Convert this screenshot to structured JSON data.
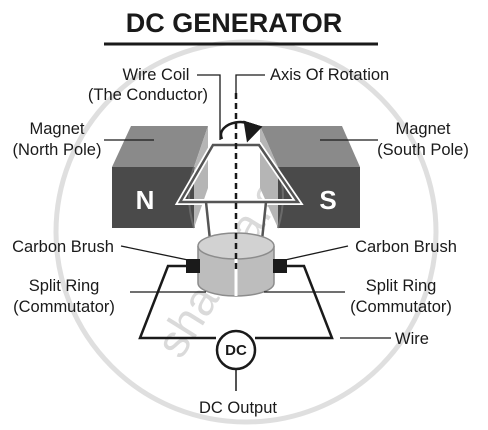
{
  "title": "DC GENERATOR",
  "watermark": "shaalaa.com",
  "magnets": {
    "north_letter": "N",
    "south_letter": "S"
  },
  "labels": {
    "wire_coil_1": "Wire Coil",
    "wire_coil_2": "(The Conductor)",
    "axis": "Axis Of Rotation",
    "magnet_left_1": "Magnet",
    "magnet_left_2": "(North Pole)",
    "magnet_right_1": "Magnet",
    "magnet_right_2": "(South Pole)",
    "brush_left": "Carbon Brush",
    "brush_right": "Carbon Brush",
    "split_left_1": "Split Ring",
    "split_left_2": "(Commutator)",
    "split_right_1": "Split Ring",
    "split_right_2": "(Commutator)",
    "wire": "Wire",
    "dc_symbol": "DC",
    "dc_output": "DC Output"
  },
  "colors": {
    "ink": "#1a1a1a",
    "magnet_front": "#4a4a4a",
    "magnet_top": "#8a8a8a",
    "magnet_inner": "#b5b5b5",
    "ring": "#bdbdbd",
    "ring_dark": "#8c8c8c",
    "watermark": "#d6d6d6"
  }
}
